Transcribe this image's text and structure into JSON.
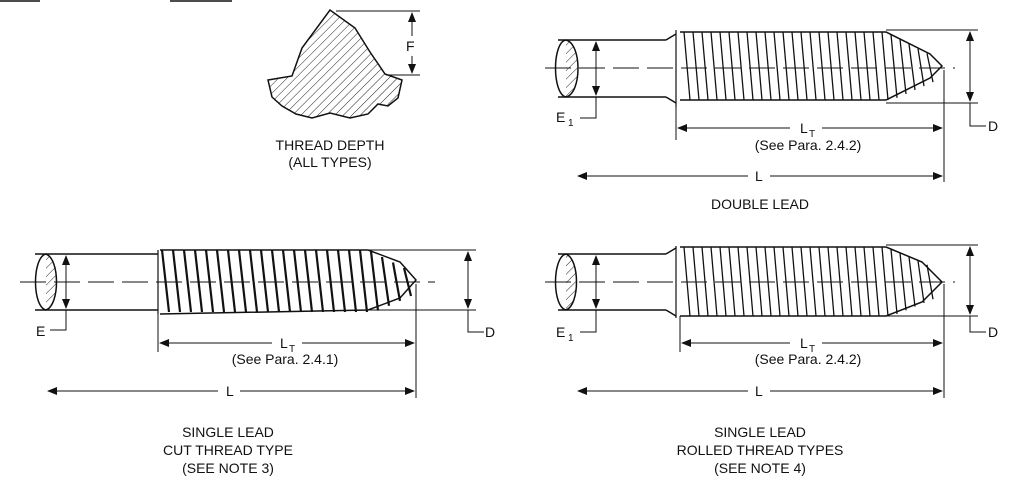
{
  "thread_depth": {
    "label_f": "F",
    "caption_line1": "THREAD DEPTH",
    "caption_line2": "(ALL TYPES)"
  },
  "double_lead": {
    "label_e": "E",
    "label_e_sub": "1",
    "label_d": "D",
    "label_lt": "L",
    "label_lt_sub": "T",
    "lt_note": "(See Para. 2.4.2)",
    "label_l": "L",
    "caption_line1": "DOUBLE LEAD"
  },
  "single_lead_cut": {
    "label_e": "E",
    "label_d": "D",
    "label_lt": "L",
    "label_lt_sub": "T",
    "lt_note": "(See Para. 2.4.1)",
    "label_l": "L",
    "caption_line1": "SINGLE LEAD",
    "caption_line2": "CUT THREAD TYPE",
    "caption_line3": "(SEE NOTE 3)"
  },
  "single_lead_rolled": {
    "label_e": "E",
    "label_e_sub": "1",
    "label_d": "D",
    "label_lt": "L",
    "label_lt_sub": "T",
    "lt_note": "(See Para. 2.4.2)",
    "label_l": "L",
    "caption_line1": "SINGLE LEAD",
    "caption_line2": "ROLLED THREAD TYPES",
    "caption_line3": "(SEE NOTE 4)"
  }
}
